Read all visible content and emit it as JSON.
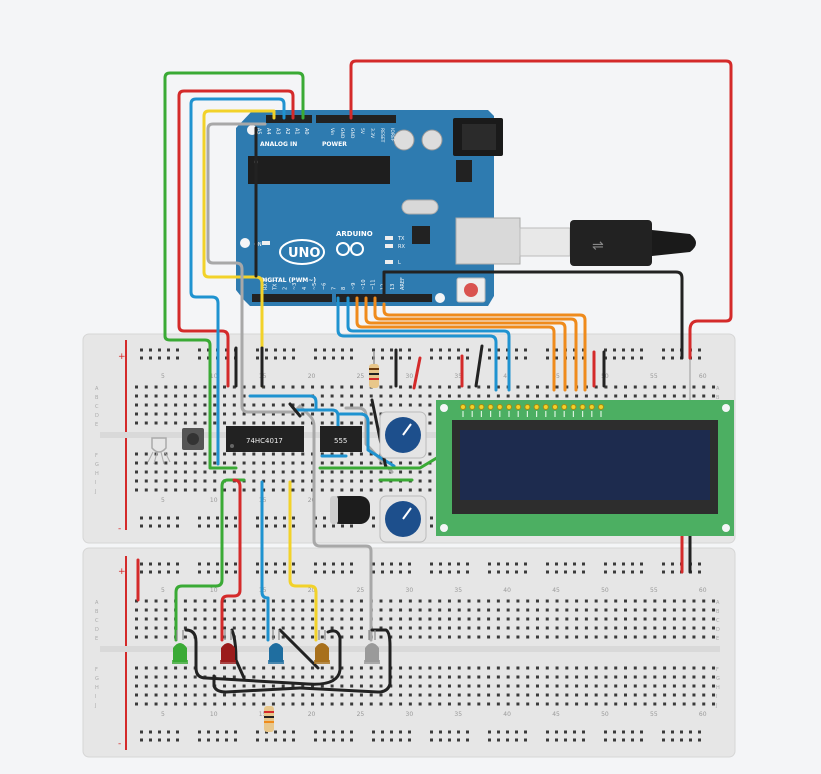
{
  "colors": {
    "background": "#f4f5f7",
    "breadboard": "#e6e6e6",
    "arduino_blue": "#2e7bb0",
    "lcd_pcb": "#4caf62",
    "lcd_screen": "#1d2b4e",
    "wire_red": "#d42a2a",
    "wire_green": "#3aaa35",
    "wire_blue": "#1f93d0",
    "wire_yellow": "#f2d22a",
    "wire_orange": "#ef8b1c",
    "wire_black": "#222222",
    "wire_gray": "#a8a8a8"
  },
  "arduino": {
    "board_label": "UNO",
    "brand": "ARDUINO",
    "power_header": "POWER",
    "analog_header": "ANALOG IN",
    "digital_header": "DIGITAL (PWM~)",
    "on_led": "ON",
    "tx_led": "TX",
    "rx_led": "RX",
    "l_led": "L",
    "analog_pins": [
      "A0",
      "A1",
      "A2",
      "A3",
      "A4",
      "A5"
    ],
    "power_pins": [
      "IOREF",
      "RESET",
      "3.3V",
      "5V",
      "GND",
      "GND",
      "Vin"
    ],
    "digital_pins": [
      "AREF",
      "13",
      "12",
      "~11",
      "~10",
      "~9",
      "8",
      "7",
      "~6",
      "~5",
      "4",
      "~3",
      "2",
      "TX 1",
      "RX 0"
    ]
  },
  "chips": {
    "counter": "74HC4017",
    "timer": "555"
  },
  "breadboard": {
    "column_labels": [
      "5",
      "10",
      "15",
      "20",
      "25",
      "30",
      "35",
      "40",
      "45",
      "50",
      "55",
      "60"
    ],
    "row_labels_top": [
      "A",
      "B",
      "C",
      "D",
      "E"
    ],
    "row_labels_bottom": [
      "F",
      "G",
      "H",
      "I",
      "J"
    ],
    "rail_plus": "+",
    "rail_minus": "-"
  }
}
